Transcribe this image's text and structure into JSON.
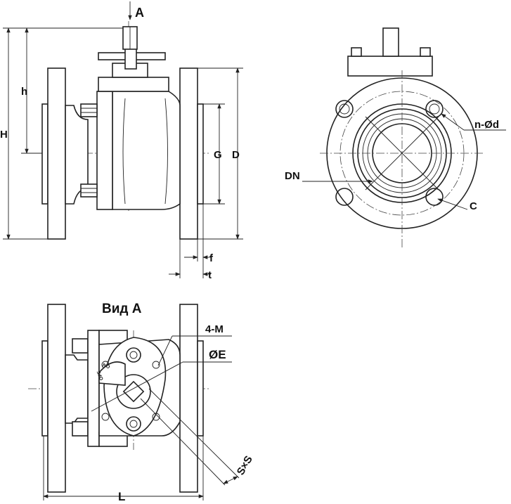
{
  "title": "Ball valve flanged — dimension drawing",
  "side_view": {
    "arrow_label": "A",
    "dim_H": "H",
    "dim_h": "h",
    "dim_G": "G",
    "dim_D": "D",
    "dim_f": "f",
    "dim_t": "t"
  },
  "front_view": {
    "dim_holes": "n-Ød",
    "dim_DN": "DN",
    "dim_C": "C"
  },
  "top_view": {
    "title": "Вид А",
    "dim_4M": "4-M",
    "dim_E": "ØE",
    "dim_SxS": "S×S",
    "dim_L": "L",
    "mark_on": "ON",
    "mark_off": "OFF"
  }
}
